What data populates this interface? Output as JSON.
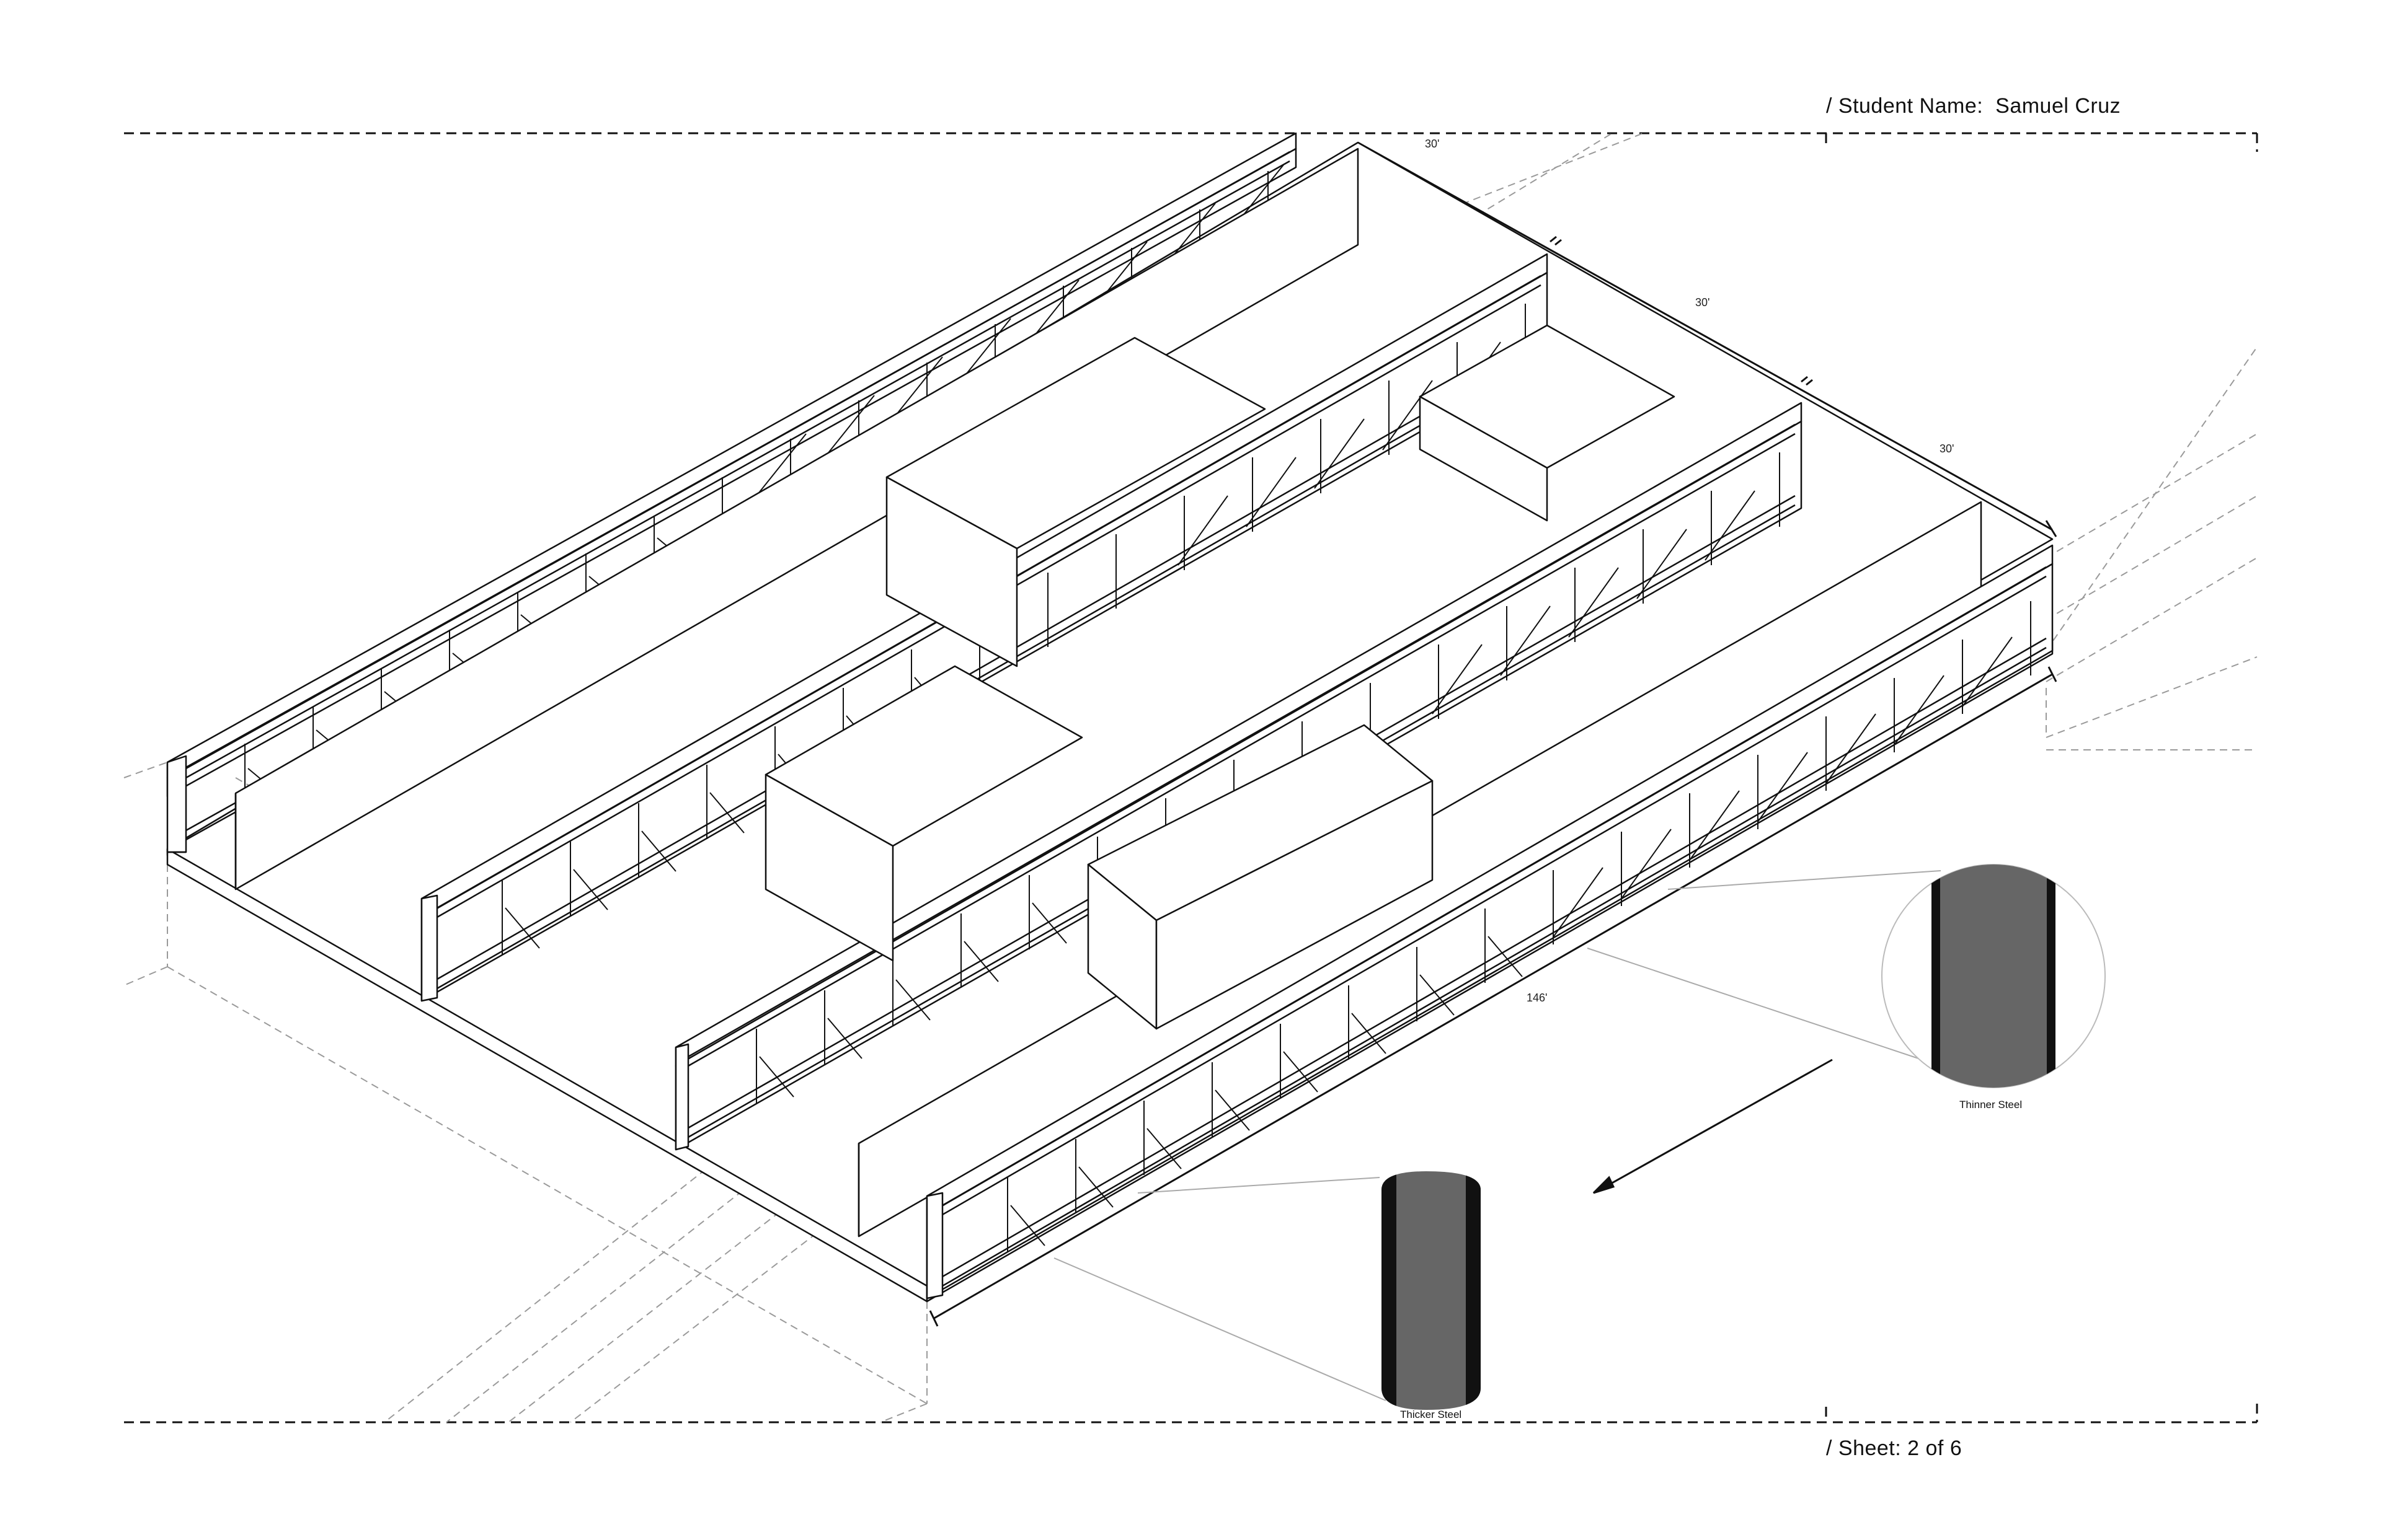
{
  "title_block": {
    "student_label": "/ Student Name:",
    "student_name": "Samuel Cruz",
    "sheet_label": "/ Sheet:",
    "sheet_value": "2 of 6"
  },
  "dimensions": {
    "bay_1": "30'",
    "bay_2": "30'",
    "bay_3": "30'",
    "length": "146'"
  },
  "details": {
    "thinner": "Thinner Steel",
    "thicker": "Thicker Steel"
  },
  "colors": {
    "line": "#111111",
    "construction": "#9a9a9a",
    "steel_fill": "#666666",
    "steel_edge": "#111111"
  }
}
